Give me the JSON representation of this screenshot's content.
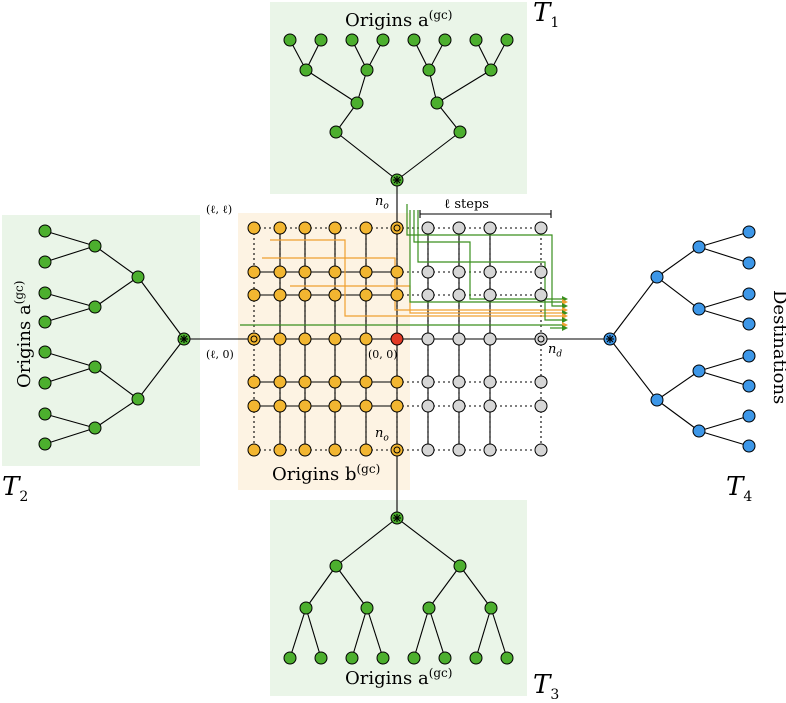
{
  "colors": {
    "green_node": "#4caf2e",
    "blue_node": "#3d97e8",
    "orange_node": "#f2b631",
    "gray_node": "#d6d6d6",
    "red_node": "#e23a25",
    "green_panel": "#eaf5e8",
    "orange_panel": "#fdf3e3",
    "edge": "#000000",
    "path_green": "#3a8f1e",
    "path_orange": "#f0a030"
  },
  "labels": {
    "top_origins": "Origins a",
    "top_sup": "(gc)",
    "t1": "T",
    "t1_sub": "1",
    "left_origins": "Origins a",
    "left_sup": "(gc)",
    "t2": "T",
    "t2_sub": "2",
    "bottom_origins": "Origins a",
    "bottom_sup": "(gc)",
    "t3": "T",
    "t3_sub": "3",
    "grid_origins": "Origins b",
    "grid_sup": "(gc)",
    "destinations": "Destinations",
    "t4": "T",
    "t4_sub": "4",
    "corner_ll": "(ℓ, ℓ)",
    "corner_l0": "(ℓ, 0)",
    "corner_00": "(0, 0)",
    "n_o_top": "n",
    "n_o_top_sub": "o",
    "n_o_bottom": "n",
    "n_o_bottom_sub": "o",
    "n_d": "n",
    "n_d_sub": "d",
    "steps": "ℓ steps"
  }
}
